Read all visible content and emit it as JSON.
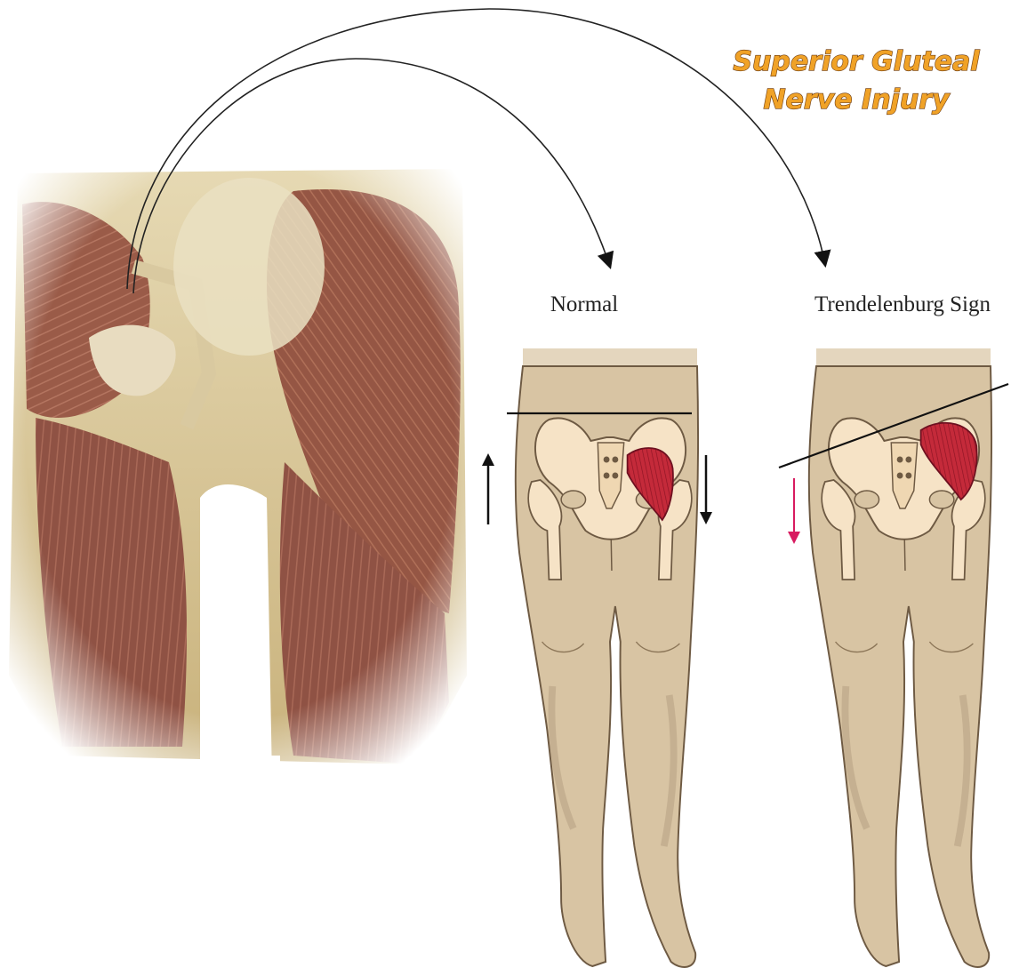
{
  "title": {
    "line1": "Superior Gluteal",
    "line2": "Nerve Injury"
  },
  "panels": {
    "normal": {
      "label": "Normal"
    },
    "trendelenburg": {
      "label": "Trendelenburg Sign"
    }
  },
  "colors": {
    "title_fill": "#F0A227",
    "title_outline": "#6B3A12",
    "skin": "#D8C4A3",
    "skin_outline": "#6E5A43",
    "bone": "#F6E3C6",
    "muscle_highlight": "#C42A3A",
    "drop_arrow": "#D81B60",
    "dissection_muscle": "#9C5E4C",
    "dissection_fascia": "#D7C495"
  },
  "icons": {
    "pelvis": "pelvis-bones-icon",
    "gluteus_medius": "gluteus-medius-muscle-icon",
    "arrow_up": "arrow-up-icon",
    "arrow_down": "arrow-down-icon"
  }
}
